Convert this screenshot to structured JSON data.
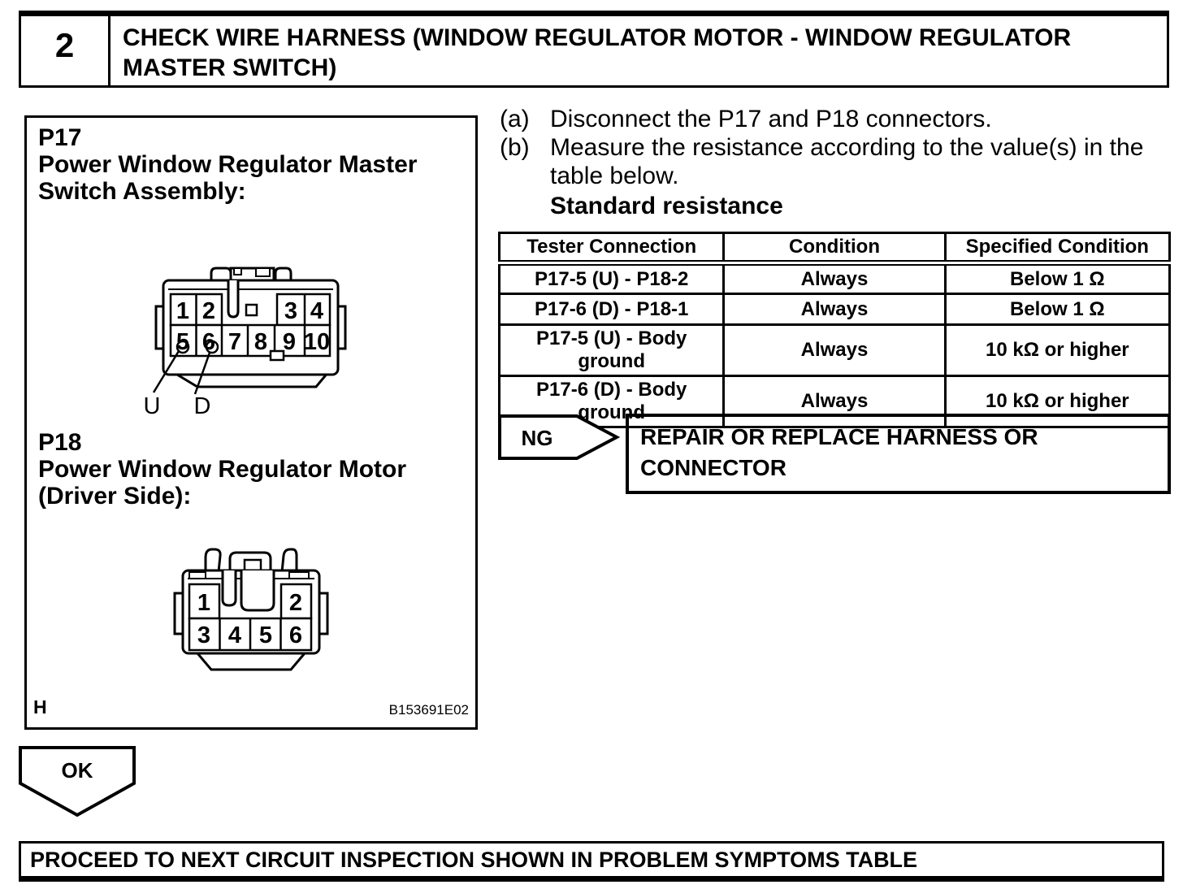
{
  "header": {
    "step_number": "2",
    "title": "CHECK WIRE HARNESS (WINDOW REGULATOR MOTOR - WINDOW REGULATOR MASTER SWITCH)"
  },
  "figure": {
    "p17": {
      "id": "P17",
      "name_line1": "Power Window Regulator Master",
      "name_line2": "Switch Assembly:",
      "pins_top": [
        "1",
        "2",
        "3",
        "4"
      ],
      "pins_bottom": [
        "5",
        "6",
        "7",
        "8",
        "9",
        "10"
      ],
      "terminal_u": "U",
      "terminal_d": "D"
    },
    "p18": {
      "id": "P18",
      "name_line1": "Power Window Regulator Motor",
      "name_line2": "(Driver Side):",
      "pins_top": [
        "1",
        "2"
      ],
      "pins_bottom": [
        "3",
        "4",
        "5",
        "6"
      ]
    },
    "corner_mark": "H",
    "figure_code": "B153691E02"
  },
  "instructions": {
    "step_a_label": "(a)",
    "step_a_text": "Disconnect the P17 and P18 connectors.",
    "step_b_label": "(b)",
    "step_b_text": "Measure the resistance according to the value(s) in the table below.",
    "table_caption": "Standard resistance"
  },
  "table": {
    "headers": [
      "Tester Connection",
      "Condition",
      "Specified Condition"
    ],
    "rows": [
      [
        "P17-5 (U) - P18-2",
        "Always",
        "Below 1 Ω"
      ],
      [
        "P17-6 (D) - P18-1",
        "Always",
        "Below 1 Ω"
      ],
      [
        "P17-5 (U) - Body ground",
        "Always",
        "10 kΩ or higher"
      ],
      [
        "P17-6 (D) - Body ground",
        "Always",
        "10 kΩ or higher"
      ]
    ]
  },
  "ng_branch": {
    "label": "NG",
    "action": "REPAIR OR REPLACE HARNESS OR CONNECTOR"
  },
  "ok_branch": {
    "label": "OK"
  },
  "footer": {
    "text": "PROCEED TO NEXT CIRCUIT INSPECTION SHOWN IN PROBLEM SYMPTOMS TABLE"
  }
}
